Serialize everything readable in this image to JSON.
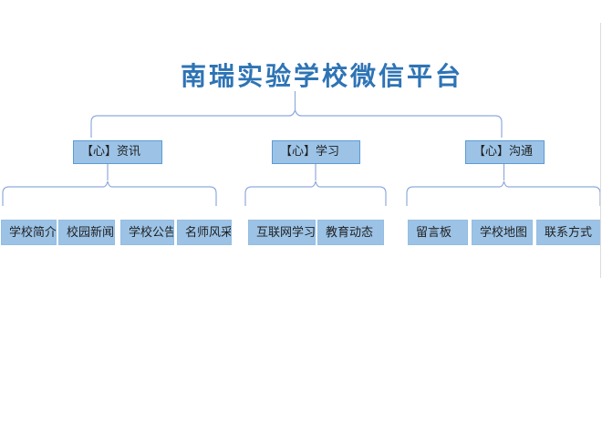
{
  "title": {
    "text": "南瑞实验学校微信平台"
  },
  "colors": {
    "background": "#FFFFFF",
    "title_text": "#2E74B5",
    "connector": "#8FAADC",
    "node_fill": "#9CC3E6",
    "category_border": "#5B9BD5",
    "leaf_border": "#94BEE2",
    "node_text": "#1F1F1F",
    "page_edge": "#DCDCDC"
  },
  "tree": {
    "groups": [
      {
        "label": "【心】资讯",
        "children": [
          "学校简介",
          "校园新闻",
          "学校公告",
          "名师风采"
        ]
      },
      {
        "label": "【心】学习",
        "children": [
          "互联网学习",
          "教育动态"
        ]
      },
      {
        "label": "【心】沟通",
        "children": [
          "留言板",
          "学校地图",
          "联系方式"
        ]
      }
    ]
  }
}
